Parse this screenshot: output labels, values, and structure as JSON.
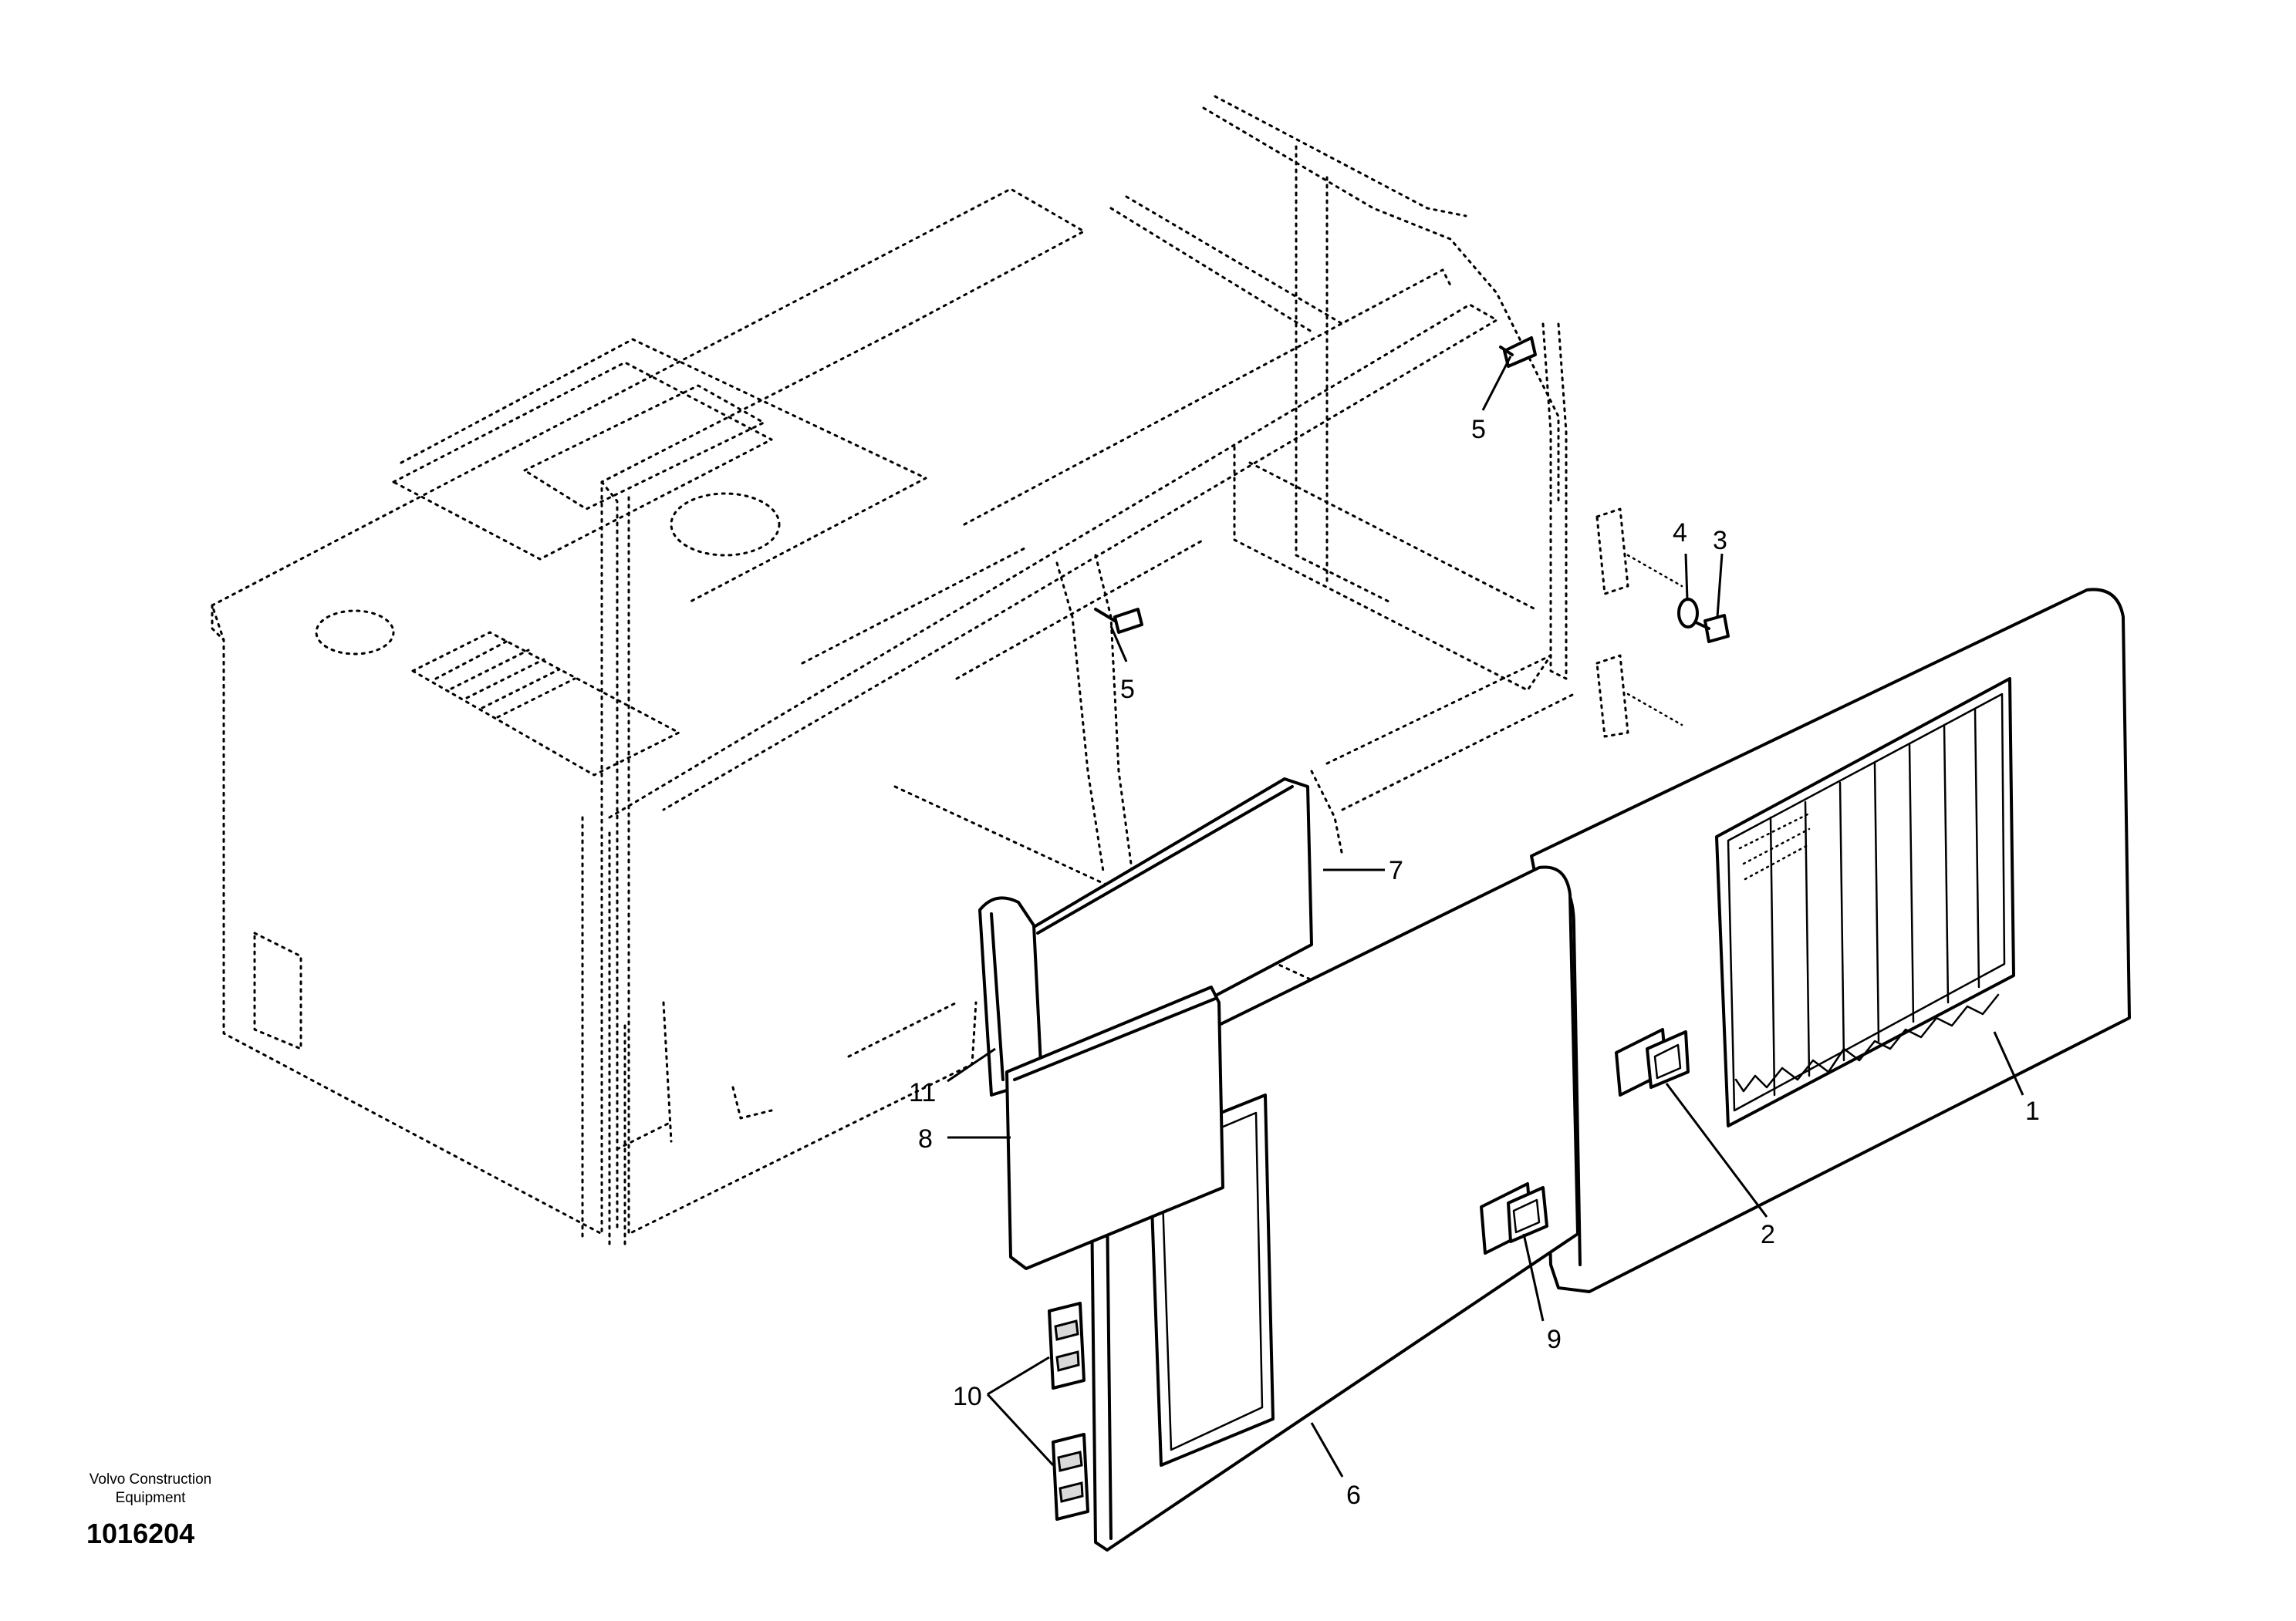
{
  "credit": {
    "line1": "Volvo Construction",
    "line2": "Equipment"
  },
  "drawing_number": "1016204",
  "callouts": {
    "p1": "1",
    "p2": "2",
    "p3": "3",
    "p4": "4",
    "p5a": "5",
    "p5b": "5",
    "p6": "6",
    "p7": "7",
    "p8": "8",
    "p9": "9",
    "p10": "10",
    "p11": "11"
  }
}
